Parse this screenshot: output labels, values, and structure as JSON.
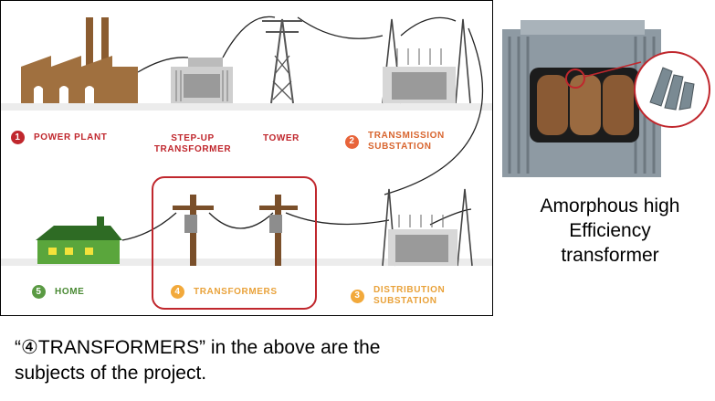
{
  "colors": {
    "red": "#c0272d",
    "orange": "#e8643a",
    "amber": "#f2a93b",
    "green": "#5a9a43",
    "label_red": "#c0272d",
    "label_orange": "#d8652f",
    "label_amber": "#e9a23a",
    "label_green": "#4a8a34",
    "ground": "#ececec",
    "brick": "#a0703f",
    "house": "#5aa63c"
  },
  "diagram": {
    "power_plant": {
      "number": "1",
      "label": "POWER PLANT"
    },
    "step_up": {
      "line1": "STEP-UP",
      "line2": "TRANSFORMER"
    },
    "tower": {
      "label": "TOWER"
    },
    "transmission": {
      "number": "2",
      "line1": "TRANSMISSION",
      "line2": "SUBSTATION"
    },
    "home": {
      "number": "5",
      "label": "HOME"
    },
    "transformers": {
      "number": "4",
      "label": "TRANSFORMERS"
    },
    "distribution": {
      "number": "3",
      "line1": "DISTRIBUTION",
      "line2": "SUBSTATION"
    }
  },
  "right_caption": {
    "line1": "Amorphous high",
    "line2": "Efficiency",
    "line3": "transformer"
  },
  "bottom_caption": {
    "line1": "“④TRANSFORMERS” in the above are the",
    "line2": "subjects of the project."
  }
}
